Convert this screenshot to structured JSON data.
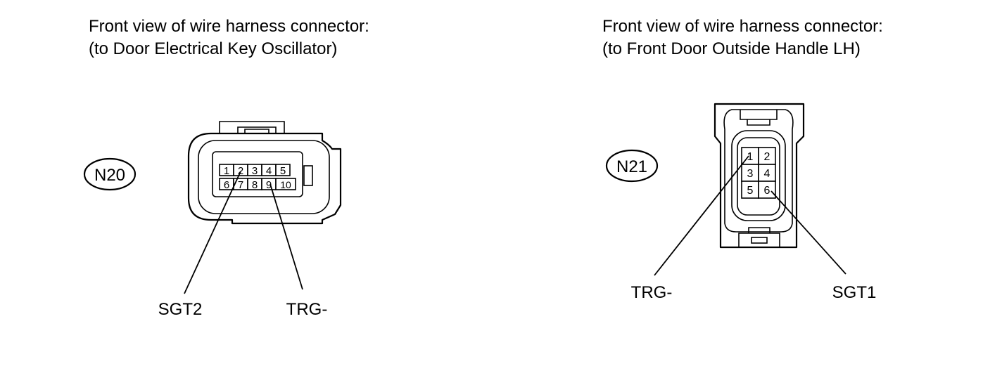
{
  "left": {
    "heading_line1": "Front view of wire harness connector:",
    "heading_line2": "(to Door Electrical Key Oscillator)",
    "connector_id": "N20",
    "pins_top": [
      "1",
      "2",
      "3",
      "4",
      "5"
    ],
    "pins_bottom": [
      "6",
      "7",
      "8",
      "9",
      "10"
    ],
    "callout_1": "SGT2",
    "callout_2": "TRG-"
  },
  "right": {
    "heading_line1": "Front view of wire harness connector:",
    "heading_line2": "(to Front Door Outside Handle LH)",
    "connector_id": "N21",
    "pins": [
      "1",
      "2",
      "3",
      "4",
      "5",
      "6"
    ],
    "callout_1": "TRG-",
    "callout_2": "SGT1"
  }
}
